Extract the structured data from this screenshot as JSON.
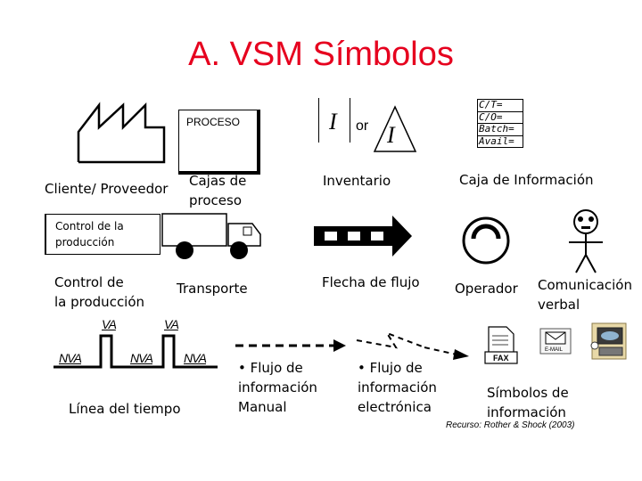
{
  "title": "A. VSM Símbolos",
  "factory": {
    "label": "Cliente/ Proveedor"
  },
  "process": {
    "box_text": "PROCESO",
    "label_line1": "Cajas de",
    "label_line2": "proceso"
  },
  "inventory": {
    "or_text": "or",
    "i_symbol": "I",
    "label": "Inventario"
  },
  "info_box": {
    "rows": [
      "C/T=",
      "C/O=",
      "Batch=",
      "Avail="
    ],
    "label": "Caja de Información"
  },
  "control_box": {
    "line1": "Control de la",
    "line2": "producción"
  },
  "control_label": {
    "line1": "Control de",
    "line2": "la producción"
  },
  "transport": {
    "label": "Transporte"
  },
  "push_arrow": {
    "label": "Flecha de flujo"
  },
  "operator": {
    "label": "Operador"
  },
  "verbal": {
    "label_line1": "Comunicación",
    "label_line2": "verbal"
  },
  "timeline": {
    "va_text": "VA",
    "nva_text": "NVA",
    "label": "Línea del tiempo"
  },
  "manual_flow": {
    "line1": "• Flujo de",
    "line2": "información",
    "line3": "Manual"
  },
  "electronic_flow": {
    "line1": "• Flujo de",
    "line2": "información",
    "line3": "electrónica"
  },
  "info_symbols": {
    "fax_text": "FAX",
    "email_text": "E-MAIL",
    "label_line1": "Símbolos de",
    "label_line2": "información"
  },
  "source": "Recurso: Rother & Shock (2003)",
  "colors": {
    "title": "#e6001e",
    "arrow": "#000000"
  }
}
